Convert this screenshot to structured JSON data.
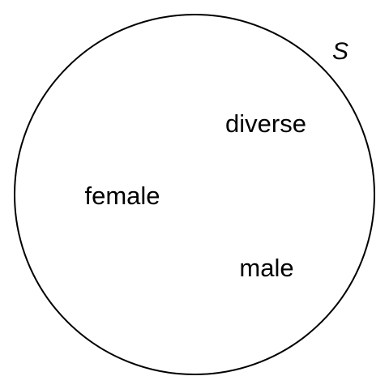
{
  "diagram": {
    "set_name": "S",
    "elements": [
      {
        "label": "diverse"
      },
      {
        "label": "female"
      },
      {
        "label": "male"
      }
    ],
    "colors": {
      "stroke": "#000000",
      "background": "#ffffff",
      "text": "#000000"
    }
  }
}
